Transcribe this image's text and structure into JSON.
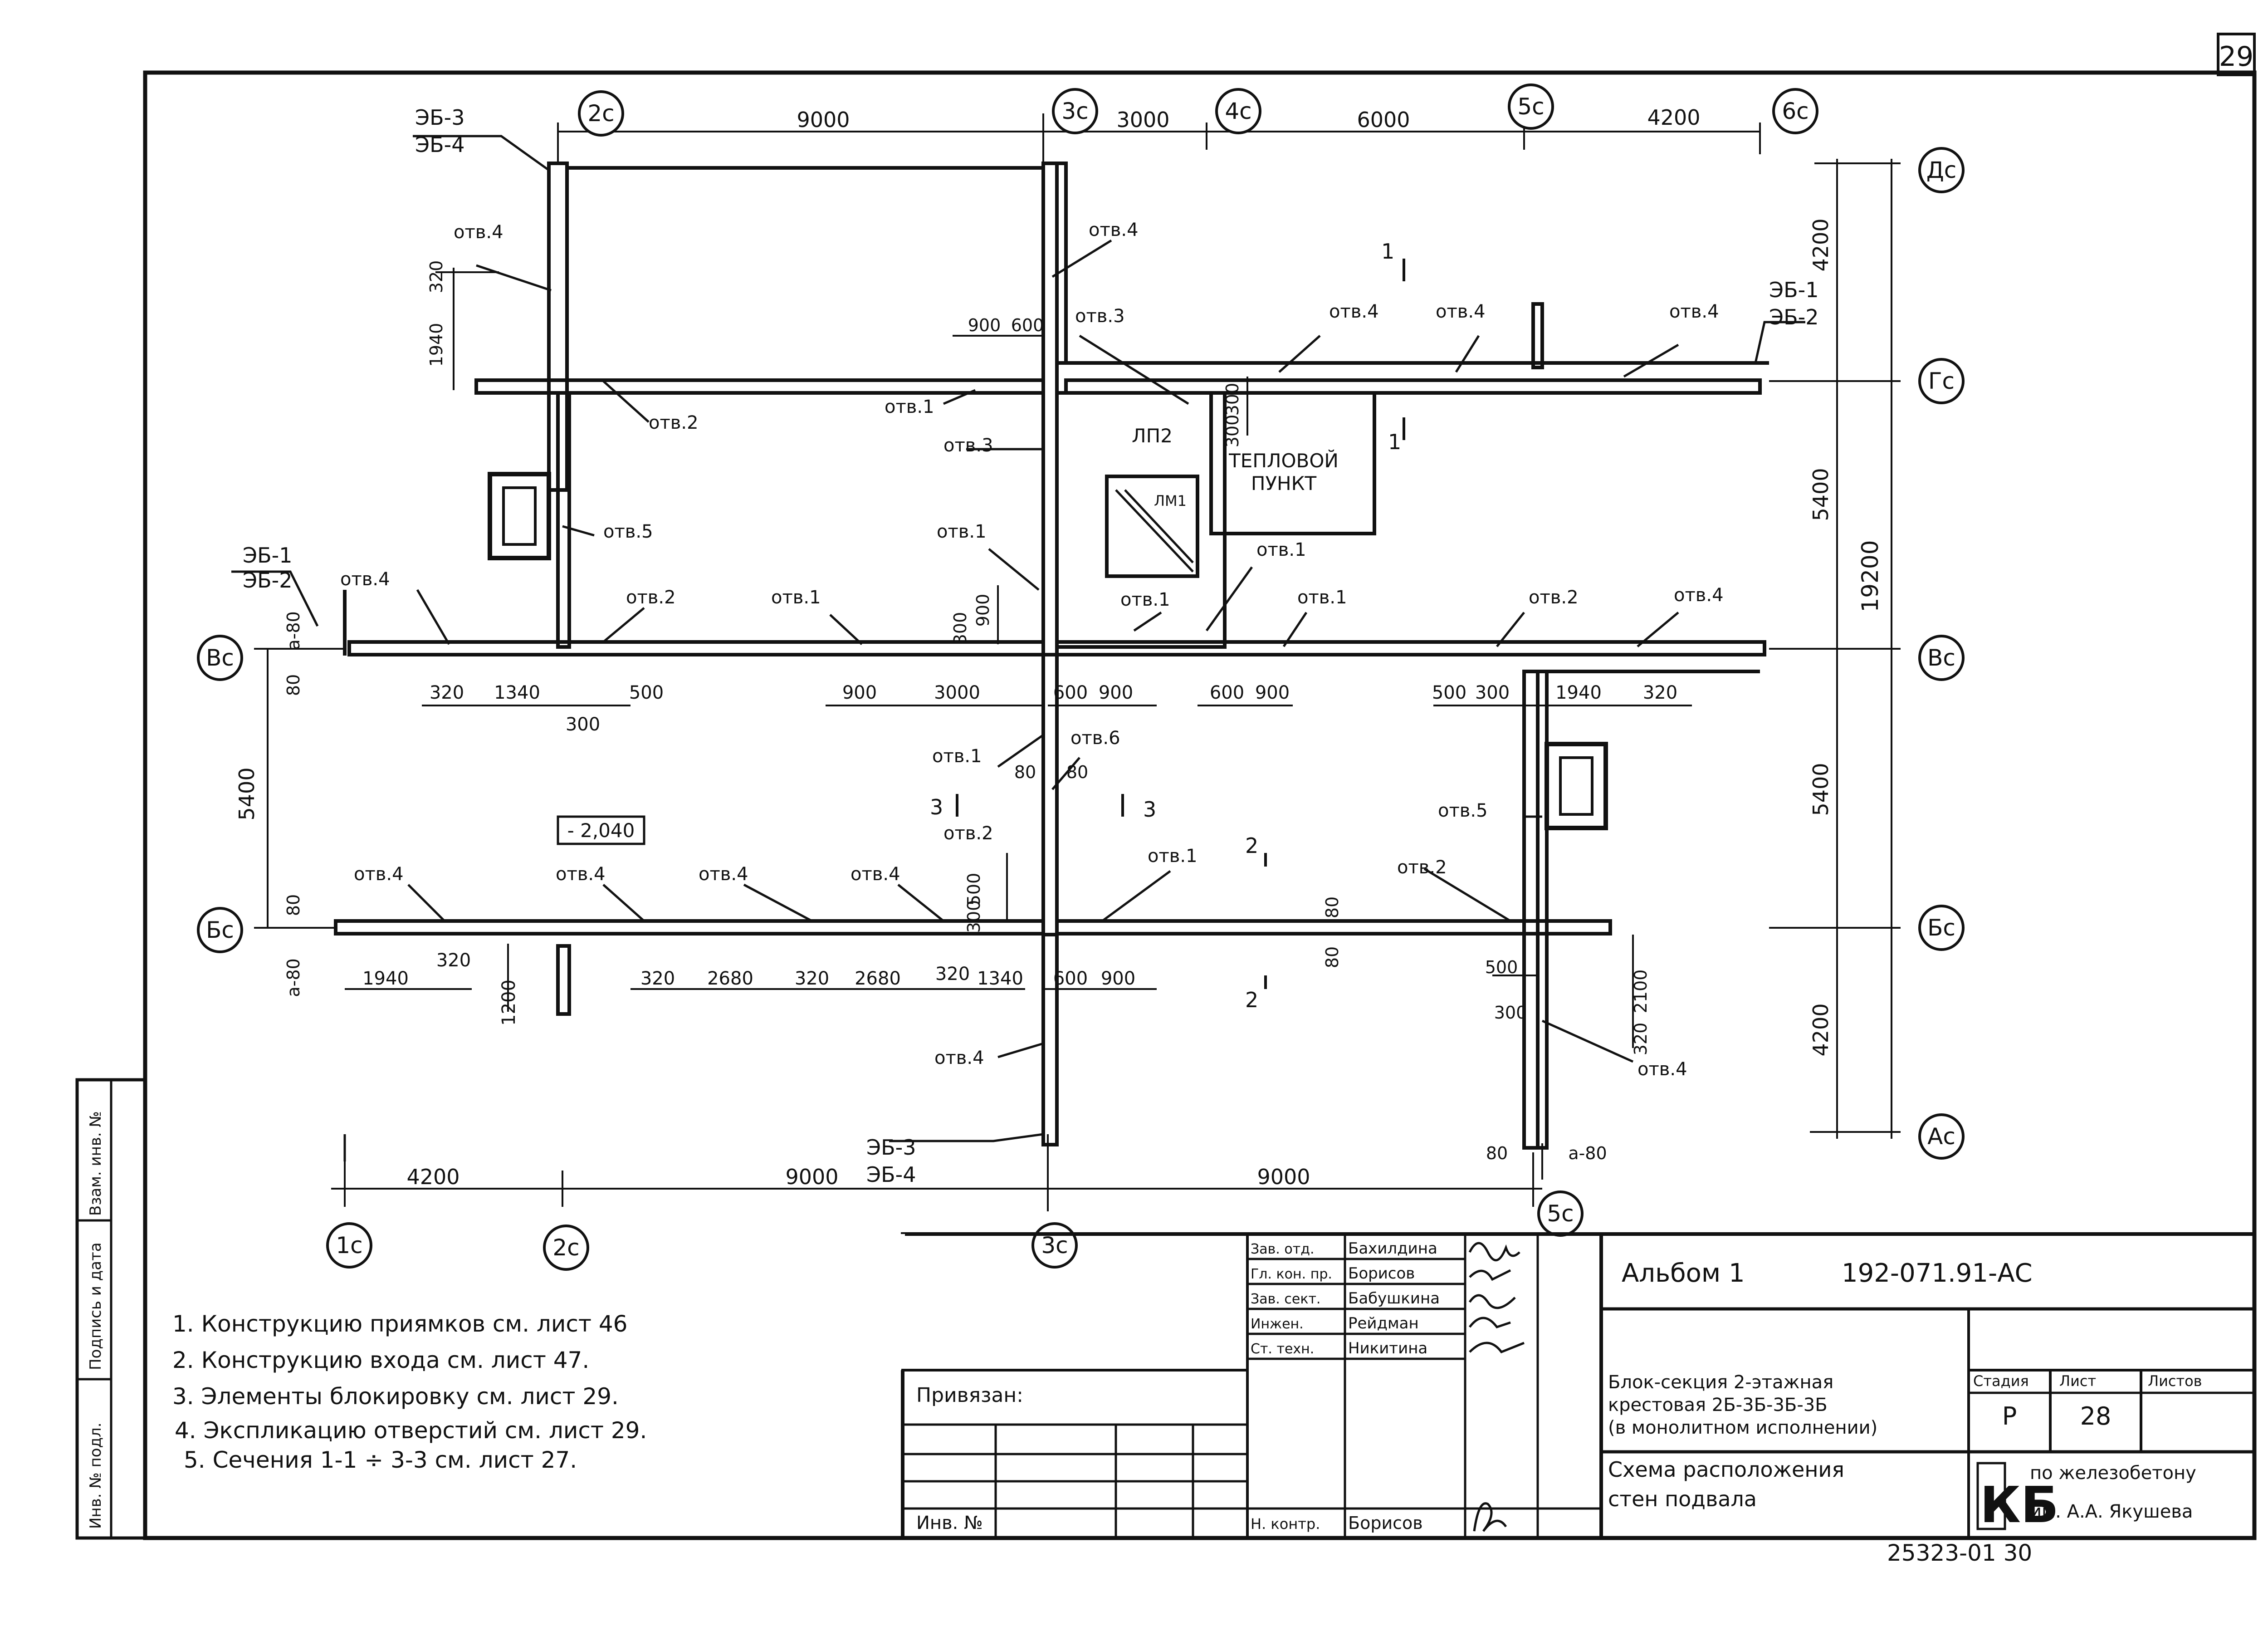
{
  "sheet_number": "29",
  "axes": {
    "x": [
      "1с",
      "2с",
      "3с",
      "4с",
      "5с",
      "6с"
    ],
    "y": [
      "Ас",
      "Бс",
      "Вс",
      "Гс",
      "Дс"
    ]
  },
  "dims": {
    "top": [
      "9000",
      "3000",
      "6000",
      "4200"
    ],
    "bottom": [
      "4200",
      "9000",
      "9000"
    ],
    "right_outer": "19200",
    "right_inner": [
      "4200",
      "5400",
      "5400",
      "4200"
    ],
    "left": "5400",
    "upper_row_left": [
      "320",
      "1340",
      "500",
      "300"
    ],
    "upper_row_mid": [
      "900",
      "3000",
      "600",
      "900"
    ],
    "upper_row_mid2": [
      "600",
      "900"
    ],
    "upper_row_right": [
      "500",
      "300",
      "1940",
      "320"
    ],
    "lower_row": [
      "1940",
      "320",
      "1200",
      "320",
      "2680",
      "320",
      "2680",
      "320",
      "1340",
      "600",
      "900"
    ],
    "misc": [
      "320",
      "1940",
      "900",
      "600",
      "300",
      "900",
      "300",
      "300",
      "80",
      "80",
      "80",
      "80",
      "a-80",
      "a-80",
      "80",
      "80",
      "500",
      "300",
      "500",
      "300",
      "2100",
      "320",
      "80",
      "a-80"
    ],
    "level": "- 2,040"
  },
  "labels": {
    "beam_top": [
      "ЭБ-3",
      "ЭБ-4"
    ],
    "beam_right": [
      "ЭБ-1",
      "ЭБ-2"
    ],
    "beam_left": [
      "ЭБ-1",
      "ЭБ-2"
    ],
    "beam_bottom": [
      "ЭБ-3",
      "ЭБ-4"
    ],
    "openings": [
      "отв.4",
      "отв.4",
      "отв.3",
      "отв.4",
      "отв.4",
      "отв.4",
      "отв.1",
      "отв.2",
      "отв.3",
      "отв.5",
      "отв.1",
      "отв.1",
      "отв.4",
      "отв.2",
      "отв.1",
      "отв.1",
      "отв.1",
      "отв.2",
      "отв.4",
      "отв.1",
      "отв.6",
      "отв.5",
      "отв.2",
      "отв.1",
      "отв.2",
      "отв.4",
      "отв.4",
      "отв.4",
      "отв.4",
      "отв.4",
      "отв.4"
    ],
    "rooms": [
      "ЛП2",
      "ТЕПЛОВОЙ",
      "ПУНКТ",
      "ЛМ1"
    ],
    "sections": [
      "1",
      "1",
      "2",
      "2",
      "3",
      "3"
    ]
  },
  "notes": [
    "1. Конструкцию приямков см. лист 46",
    "2. Конструкцию входа см. лист 47.",
    "3. Элементы блокировку см. лист 29.",
    "4. Экспликацию отверстий см. лист 29.",
    "5. Сечения 1-1 ÷ 3-3 см. лист 27."
  ],
  "side_stamp": [
    "Инв. № подл.",
    "Подпись и дата",
    "Взам. инв. №"
  ],
  "title_block": {
    "album": "Альбом 1",
    "code": "192-071.91-АС",
    "privyazan": "Привязан:",
    "inv": "Инв. №",
    "roles": [
      "Зав. отд.",
      "Гл. кон. пр.",
      "Зав. сект.",
      "Инжен.",
      "Ст. техн."
    ],
    "names": [
      "Бахилдина",
      "Борисов",
      "Бабушкина",
      "Рейдман",
      "Никитина"
    ],
    "n_kontr": "Н. контр.",
    "n_kontr_name": "Борисов",
    "object": [
      "Блок-секция 2-этажная",
      "крестовая 2Б-3Б-3Б-3Б",
      "(в монолитном исполнении)"
    ],
    "stage_h": "Стадия",
    "sheet_h": "Лист",
    "sheets_h": "Листов",
    "stage": "Р",
    "sheet": "28",
    "drawing": [
      "Схема расположения",
      "стен подвала"
    ],
    "org_logo": "КБ",
    "org": [
      "по железобетону",
      "им. А.А. Якушева"
    ],
    "inventory": "25323-01   30"
  }
}
